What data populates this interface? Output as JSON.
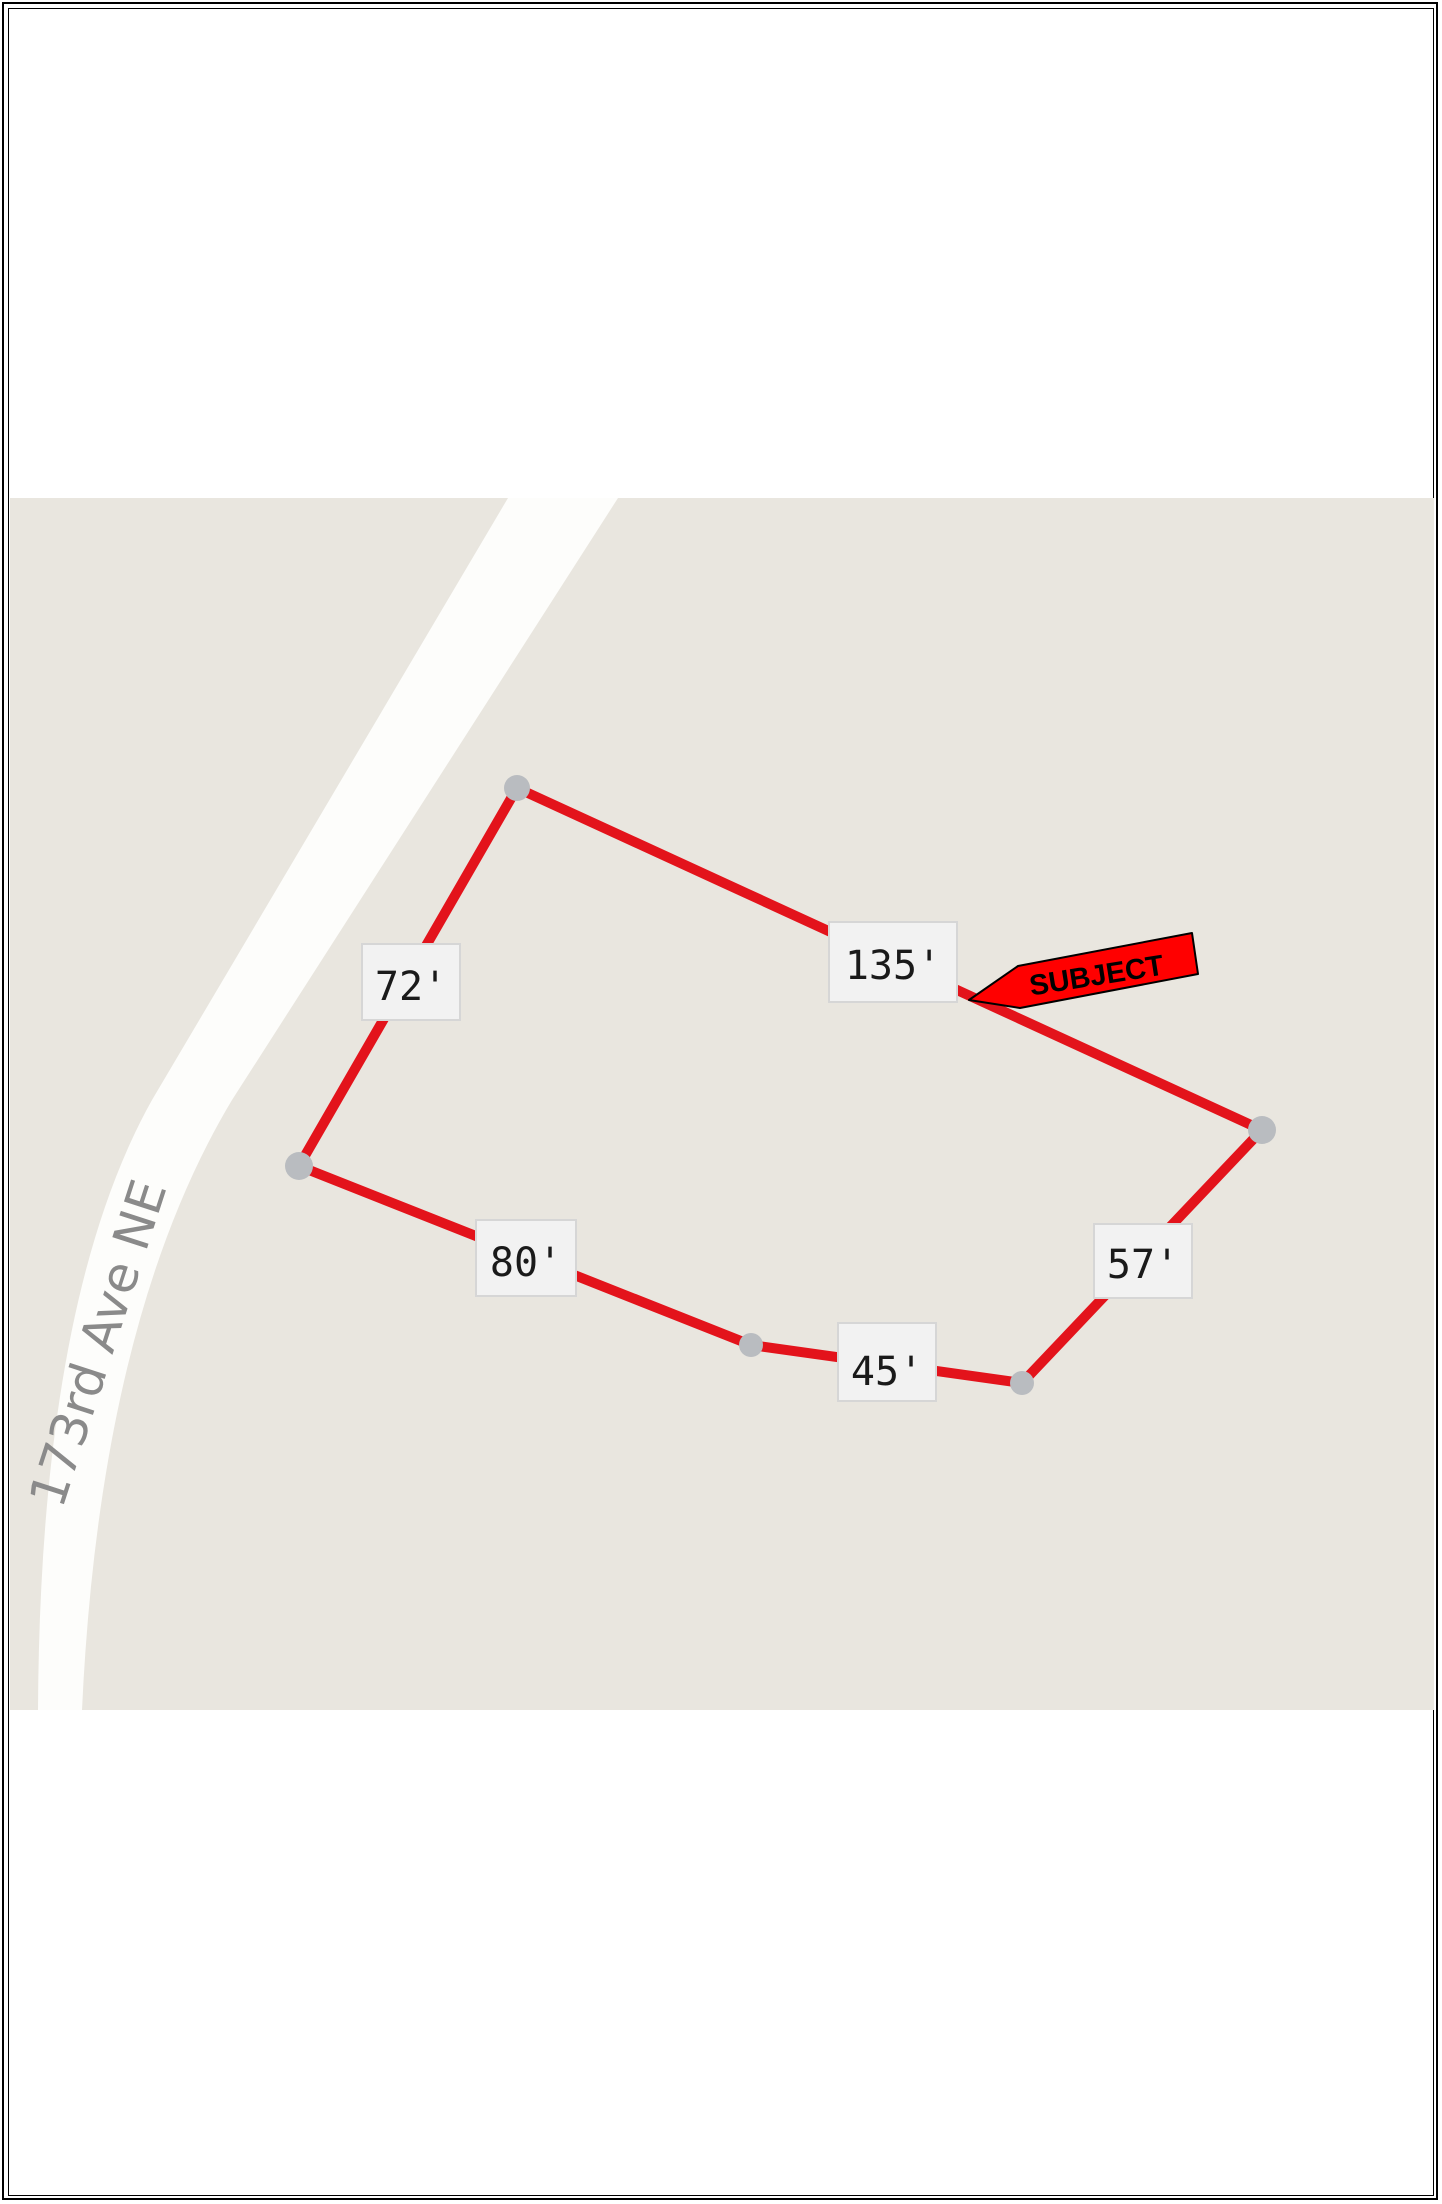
{
  "map": {
    "road_name": "173rd Ave NE",
    "subject_label": "SUBJECT",
    "dimensions": [
      "135'",
      "57'",
      "45'",
      "80'",
      "72'"
    ],
    "colors": {
      "land": "#e9e6df",
      "road": "#fdfdfb",
      "boundary": "#e3131b",
      "vertex": "#b9bcc0",
      "subject_tag": "#ff0000"
    }
  }
}
